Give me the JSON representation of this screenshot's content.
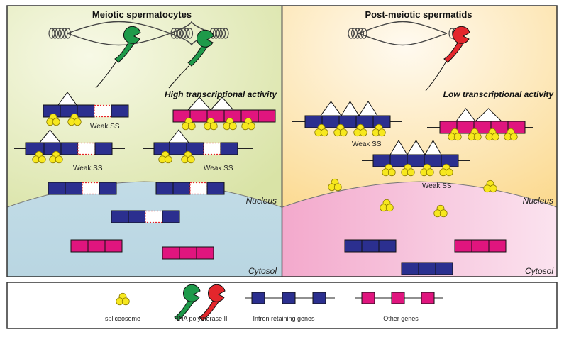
{
  "panels": {
    "left": {
      "title": "Meiotic spermatocytes",
      "activity_label": "High transcriptional activity",
      "weak_ss_label": "Weak SS",
      "nucleus_label": "Nucleus",
      "cytosol_label": "Cytosol"
    },
    "right": {
      "title": "Post-meiotic spermatids",
      "activity_label": "Low transcriptional activity",
      "weak_ss_label": "Weak SS",
      "nucleus_label": "Nucleus",
      "cytosol_label": "Cytosol"
    }
  },
  "legend": {
    "spliceosome": "spliceosome",
    "polymerase": "RNA polymerase II",
    "intron_genes": "Intron retaining genes",
    "other_genes": "Other genes"
  },
  "colors": {
    "intron_gene": "#2b2f8f",
    "other_gene": "#e0157e",
    "spliceosome": "#f7e81e",
    "pol_meiotic": "#1e9a4a",
    "pol_postmeiotic": "#e3262c",
    "retained_intron": "#e8242a",
    "nucleus_left": "#e7edc2",
    "cytosol_left": "#c5dfe9",
    "nucleus_right": "#fde7ad",
    "cytosol_right": "#f4bfd8"
  }
}
